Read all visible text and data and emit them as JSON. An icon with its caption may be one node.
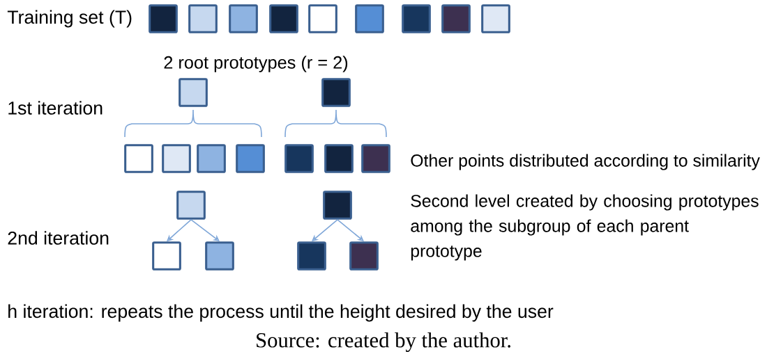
{
  "diagram": {
    "caption": "Source: created by the author.",
    "nodes": [
      {
        "text": [],
        "shape": "box"
      },
      {
        "text": [],
        "shape": "box"
      },
      {
        "text": [],
        "shape": "box"
      },
      {
        "text": [],
        "shape": "box"
      },
      {
        "text": [],
        "shape": "box"
      },
      {
        "text": [],
        "shape": "box"
      },
      {
        "text": [],
        "shape": "box"
      },
      {
        "text": [],
        "shape": "box"
      },
      {
        "text": [],
        "shape": "box"
      },
      {
        "text": [],
        "shape": "box"
      },
      {
        "text": [],
        "shape": "box"
      },
      {
        "text": [],
        "shape": "box"
      },
      {
        "text": [],
        "shape": "box"
      },
      {
        "text": [],
        "shape": "box"
      },
      {
        "text": [],
        "shape": "box"
      },
      {
        "text": [],
        "shape": "box"
      },
      {
        "text": [],
        "shape": "box"
      },
      {
        "text": [],
        "shape": "box"
      },
      {
        "text": [],
        "shape": "box"
      },
      {
        "text": [],
        "shape": "box"
      },
      {
        "text": [],
        "shape": "box"
      },
      {
        "text": [],
        "shape": "box"
      },
      {
        "text": [],
        "shape": "box"
      },
      {
        "text": [],
        "shape": "box"
      }
    ],
    "edges": [
      {
        "from": 18,
        "to": 20,
        "arrow": "to"
      },
      {
        "from": 18,
        "to": 21,
        "arrow": "to"
      },
      {
        "from": 19,
        "to": 22,
        "arrow": "to"
      },
      {
        "from": 19,
        "to": 23,
        "arrow": "to"
      }
    ],
    "labels": [
      "Training set (T)",
      "2 root prototypes (r = 2)",
      "1st iteration",
      "Other points distributed according to similarity",
      "2nd iteration",
      "Second level created by choosing prototypes among the subgroup of each parent prototype",
      "h iteration: repeats the process until the height desired by the user"
    ]
  }
}
